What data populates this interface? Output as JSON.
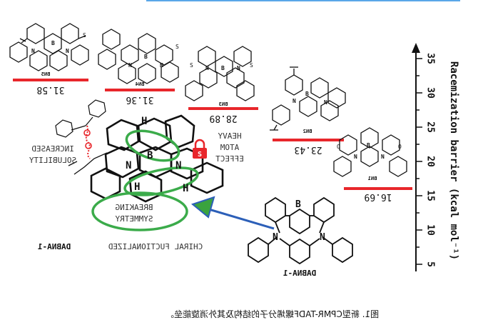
{
  "caption": "图1. 新型CPMR-TADF螺烯分子的结构及其外消旋能垒。",
  "axis": {
    "label": "Racemization barrier (kcal mol⁻¹)",
    "ticks": [
      "5",
      "10",
      "15",
      "20",
      "25",
      "30",
      "35"
    ]
  },
  "molecules": [
    {
      "name": "BN5",
      "barrier": "31.58"
    },
    {
      "name": "BN4",
      "barrier": "31.36"
    },
    {
      "name": "BN3",
      "barrier": "28.89"
    },
    {
      "name": "BN2",
      "barrier": "23.43"
    },
    {
      "name": "BN1",
      "barrier": "16.69"
    }
  ],
  "center": {
    "annotations": {
      "increased": "INCREASED",
      "solubility": "SOLUBILITY",
      "heavy": "HEAVY",
      "atom": "ATOM",
      "effect": "EFFECT",
      "breaking": "BREAKING",
      "symmetry": "SYMMETRY"
    },
    "title_prefix": "CHIRAL FUCTIONALIZED",
    "title_name": "DABNA-1",
    "lock_letter": "S",
    "atoms": {
      "b": "B",
      "n": "N",
      "h": "H",
      "s": "S",
      "o": "O"
    }
  },
  "dabna": {
    "name": "DABNA-1"
  },
  "colors": {
    "bar": "#e8262b",
    "green": "#3bab4a",
    "arrow": "#2c5fb8",
    "lock": "#e8262b",
    "topline": "#5aa7e8"
  }
}
